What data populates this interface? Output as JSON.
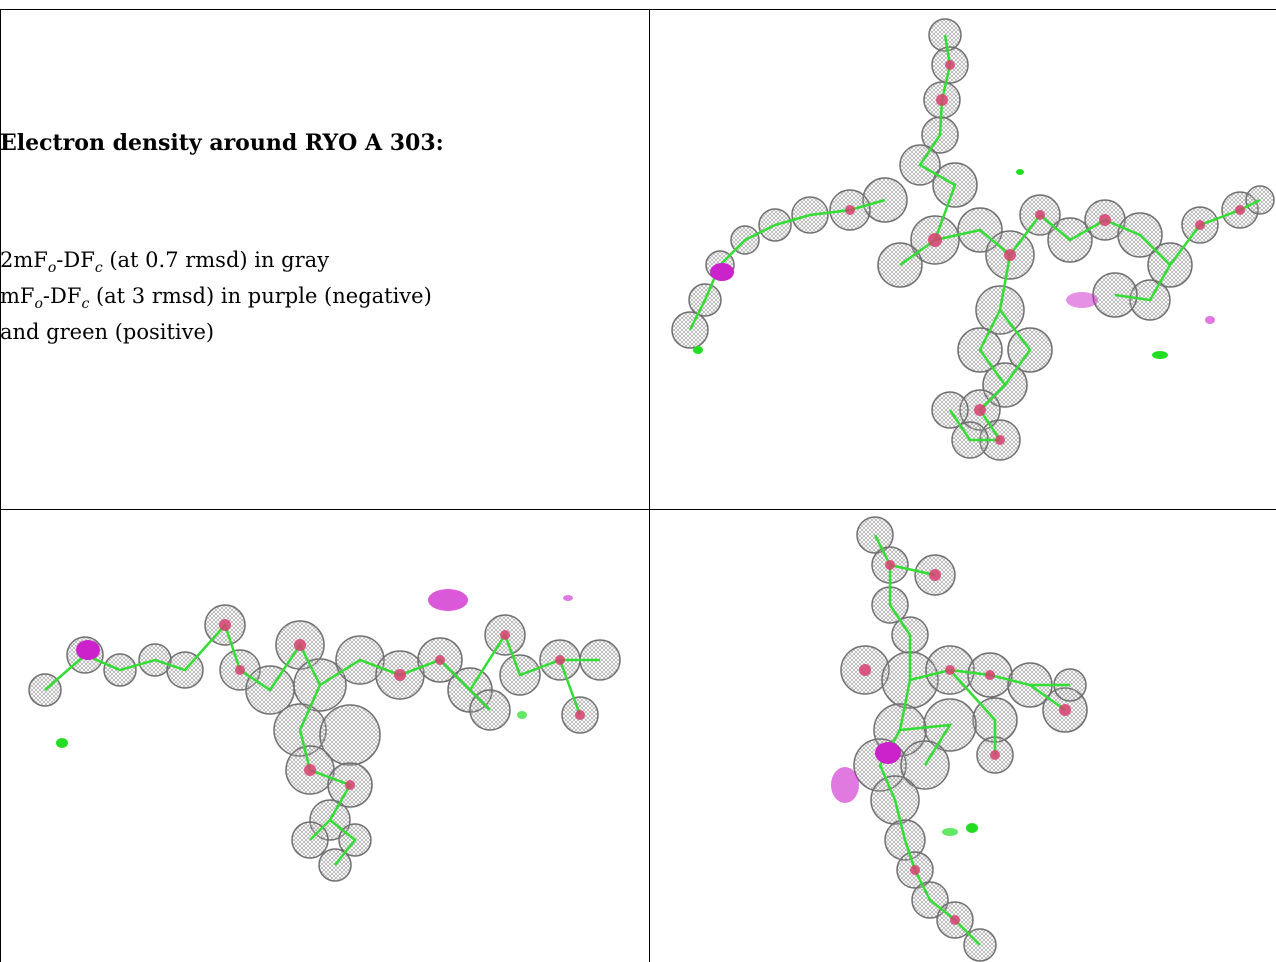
{
  "caption": {
    "title": "Electron density around RYO A 303:",
    "line1": "2mF_o-DF_c (at 0.7 rmsd) in gray",
    "line2": "mF_o-DF_c (at 3 rmsd) in purple (negative)",
    "line3": "and green (positive)"
  },
  "colors": {
    "density_mesh": "#8a8a8a",
    "model_bonds": "#33dd33",
    "oxygen_atoms": "#d84070",
    "negative_density": "#cc22cc",
    "positive_density": "#22dd22",
    "border": "#000000"
  },
  "panels": [
    {
      "name": "view-top-right"
    },
    {
      "name": "view-bottom-left"
    },
    {
      "name": "view-bottom-right"
    }
  ]
}
